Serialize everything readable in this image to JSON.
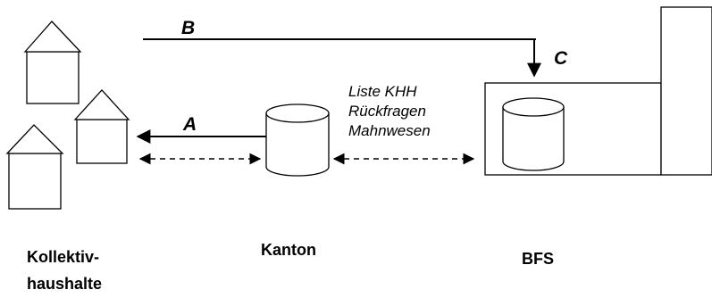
{
  "arrows": {
    "a": "A",
    "b": "B",
    "c": "C"
  },
  "flow_note": [
    "Liste KHH",
    "Rückfragen",
    "Mahnwesen"
  ],
  "nodes": {
    "kollektivhaushalte": [
      "Kollektiv-",
      "haushalte"
    ],
    "kanton": "Kanton",
    "bfs": "BFS"
  },
  "colors": {
    "line": "#000000",
    "background": "#ffffff"
  }
}
